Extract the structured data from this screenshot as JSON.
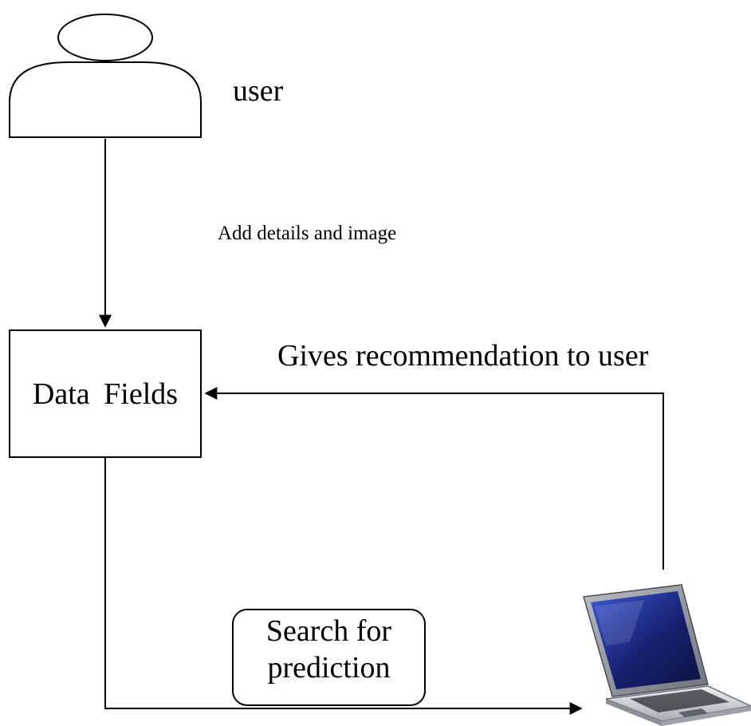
{
  "nodes": {
    "user": {
      "label": "user"
    },
    "data_fields": {
      "label": "Data  Fields"
    },
    "search_box": {
      "label": "Search for prediction"
    },
    "laptop": {
      "icon": "laptop-icon"
    }
  },
  "edges": {
    "add_details": {
      "label": "Add details and image",
      "from": "user",
      "to": "data_fields"
    },
    "gives_recommendation": {
      "label": "Gives recommendation to user",
      "from": "laptop",
      "to": "data_fields"
    },
    "search": {
      "from": "data_fields",
      "to": "laptop"
    }
  },
  "colors": {
    "stroke": "#000000",
    "background": "#ffffff",
    "laptop_body": "#d9dbe0",
    "laptop_screen": "#1f2f8e"
  }
}
